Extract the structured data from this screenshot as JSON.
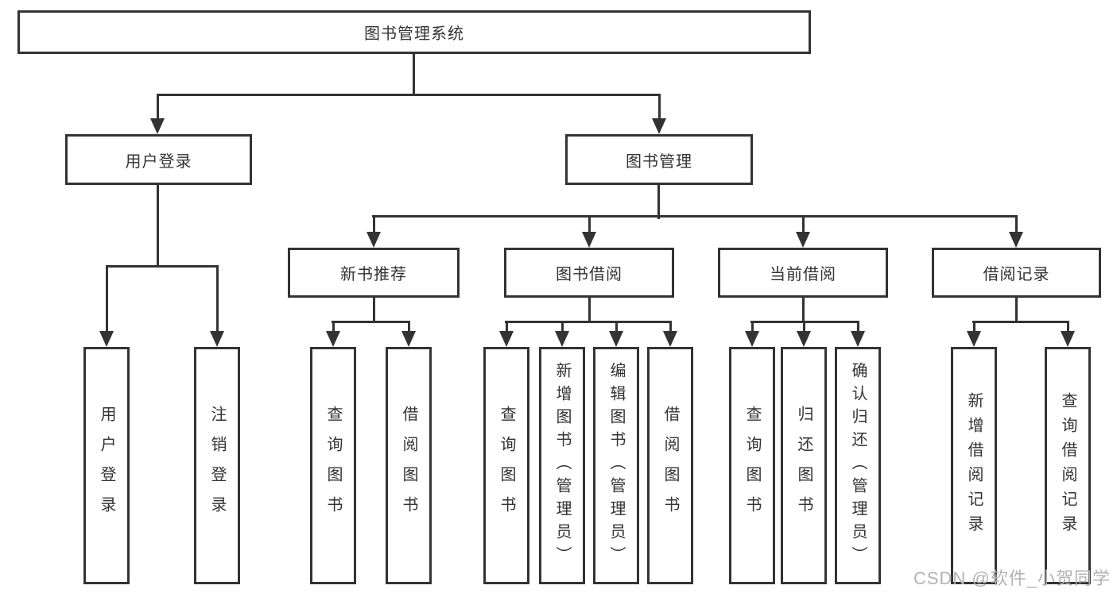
{
  "diagram": {
    "root": "图书管理系统",
    "level2": {
      "user_login": "用户登录",
      "book_management": "图书管理"
    },
    "level3": {
      "new_book_recommend": "新书推荐",
      "book_borrowing": "图书借阅",
      "current_borrowing": "当前借阅",
      "borrowing_records": "借阅记录"
    },
    "leaves": {
      "user_login": "用户登录",
      "logout": "注销登录",
      "nbr_query_books": "查询图书",
      "nbr_borrow_books": "借阅图书",
      "bb_query_books": "查询图书",
      "bb_add_books": "新增图书（管理员）",
      "bb_edit_books": "编辑图书（管理员）",
      "bb_borrow_books": "借阅图书",
      "cb_query_books": "查询图书",
      "cb_return_books": "归还图书",
      "cb_confirm_return": "确认归还（管理员）",
      "br_add_record": "新增借阅记录",
      "br_query_record": "查询借阅记录"
    }
  },
  "watermark": {
    "text": "CSDN @软件_小贺同学"
  },
  "colors": {
    "line": "#333333",
    "background": "#ffffff",
    "text": "#333333",
    "watermark": "#b3b3b3"
  }
}
